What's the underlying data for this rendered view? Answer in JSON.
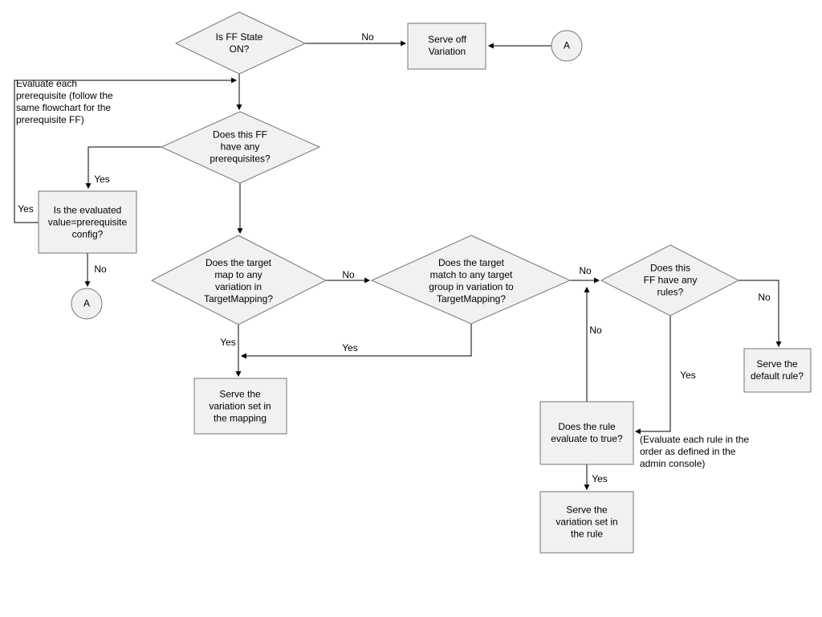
{
  "diagram": {
    "colors": {
      "shape_fill": "#f1f1f1",
      "shape_border": "#757575",
      "connector": "#000000",
      "text": "#000000",
      "canvas": "#ffffff"
    },
    "nodes": {
      "is_ff_state_on": "Is FF State\nON?",
      "serve_off_variation": "Serve off\nVariation",
      "connector_a_top": "A",
      "has_prerequisites": "Does this FF\nhave any\nprerequisites?",
      "evaluated_value": "Is the evaluated\nvalue=prerequisite\nconfig?",
      "connector_a_bottom": "A",
      "target_map": "Does the target\nmap to any\nvariation in\nTargetMapping?",
      "target_group_match": "Does the target\nmatch to any target\ngroup in variation to\nTargetMapping?",
      "has_rules": "Does this\nFF have any\nrules?",
      "serve_mapping_variation": "Serve the\nvariation set in\nthe mapping",
      "rule_evaluates_true": "Does the rule\nevaluate to true?",
      "serve_rule_variation": "Serve the\nvariation set in\nthe rule",
      "serve_default_rule": "Serve the\ndefault rule?"
    },
    "edge_labels": {
      "ffstate_no": "No",
      "prereq_yes": "Yes",
      "evaluated_loop_yes": "Yes",
      "evaluated_no": "No",
      "targetmap_no": "No",
      "targetmap_yes": "Yes",
      "groupmatch_yes": "Yes",
      "groupmatch_no": "No",
      "rule_retry_no": "No",
      "rules_yes": "Yes",
      "rules_no": "No",
      "rule_true_yes": "Yes"
    },
    "notes": {
      "prerequisite_note": "Evaluate each\nprerequisite (follow the\nsame flowchart for the\nprerequisite FF)",
      "rule_order_note": "(Evaluate each rule in the\norder as defined in the\nadmin console)"
    }
  }
}
